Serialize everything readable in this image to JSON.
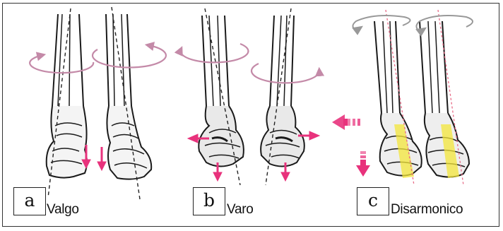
{
  "panels": [
    {
      "letter": "a",
      "caption": "Valgo"
    },
    {
      "letter": "b",
      "caption": "Varo"
    },
    {
      "letter": "c",
      "caption": "Disarmonico"
    }
  ],
  "colors": {
    "rotation_arrow": "#c48aa8",
    "force_arrow": "#e8327c",
    "alignment_line_c": "#e86a86",
    "highlight_c": "#f3e63a",
    "bone_outline": "#1a1a1a"
  }
}
